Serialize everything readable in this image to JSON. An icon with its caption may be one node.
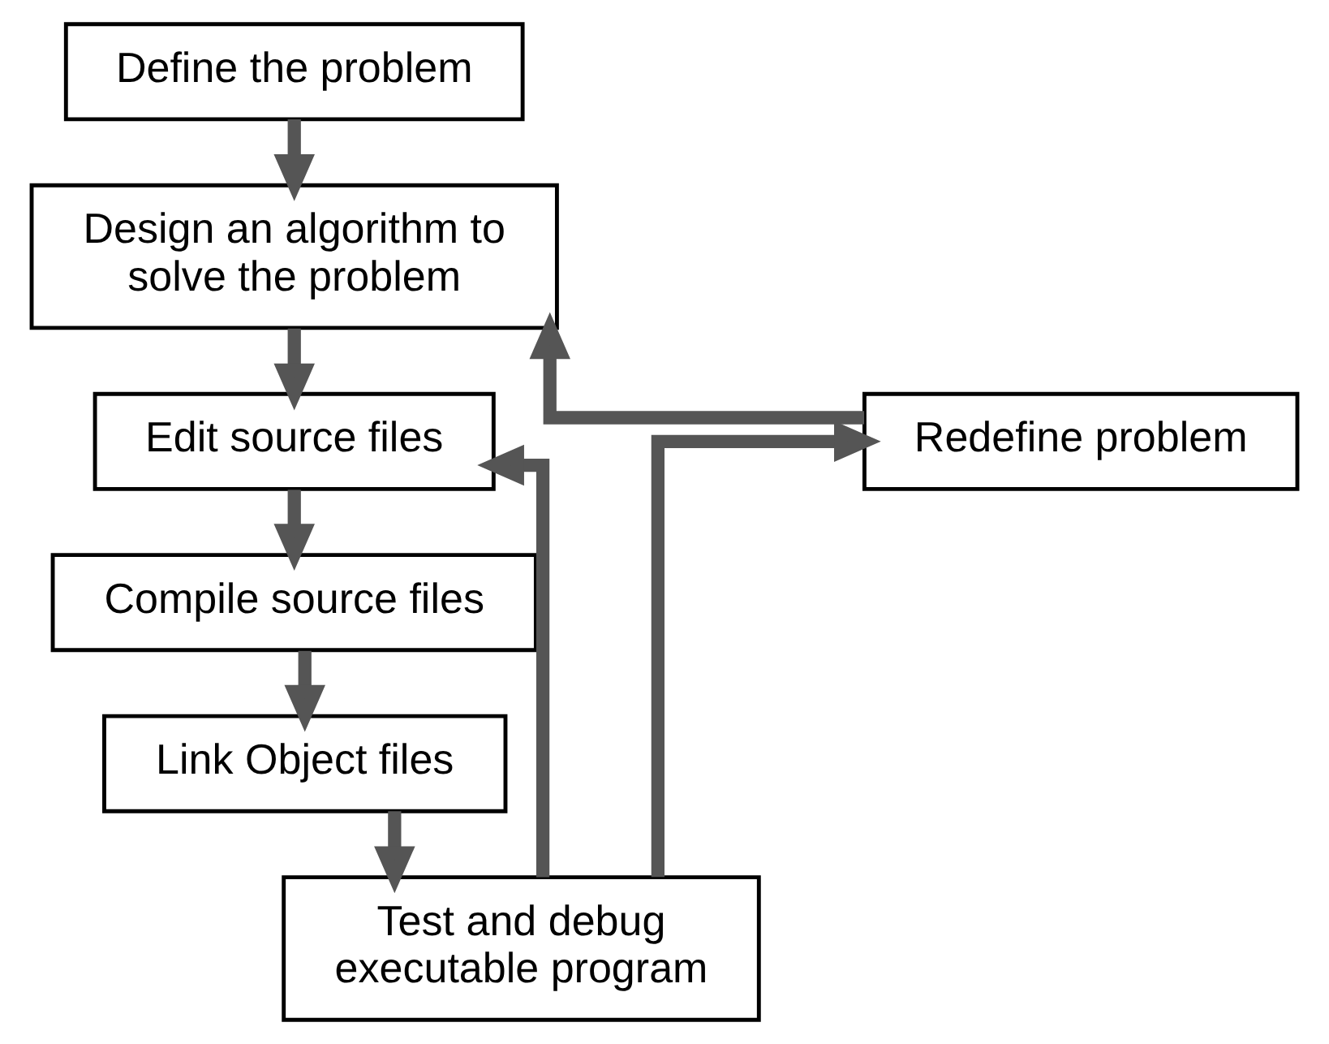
{
  "diagram": {
    "nodes": [
      {
        "text": [
          "Define the problem"
        ]
      },
      {
        "text": [
          "Design an algorithm to solve the problem"
        ]
      },
      {
        "text": [
          "Edit source files"
        ]
      },
      {
        "text": [
          "Compile source files"
        ]
      },
      {
        "text": [
          "Link Object files"
        ]
      },
      {
        "text": [
          "Test and debug executable program"
        ]
      },
      {
        "text": [
          "Redefine problem"
        ]
      }
    ],
    "edges": [
      {
        "from": 0,
        "to": 1,
        "arrow": "to"
      },
      {
        "from": 1,
        "to": 2,
        "arrow": "to"
      },
      {
        "from": 2,
        "to": 3,
        "arrow": "to"
      },
      {
        "from": 3,
        "to": 4,
        "arrow": "to"
      },
      {
        "from": 4,
        "to": 5,
        "arrow": "to"
      },
      {
        "from": 5,
        "to": 6,
        "arrow": "to"
      },
      {
        "from": 6,
        "to": 1,
        "arrow": "to"
      },
      {
        "from": 5,
        "to": 2,
        "arrow": "to"
      }
    ]
  }
}
